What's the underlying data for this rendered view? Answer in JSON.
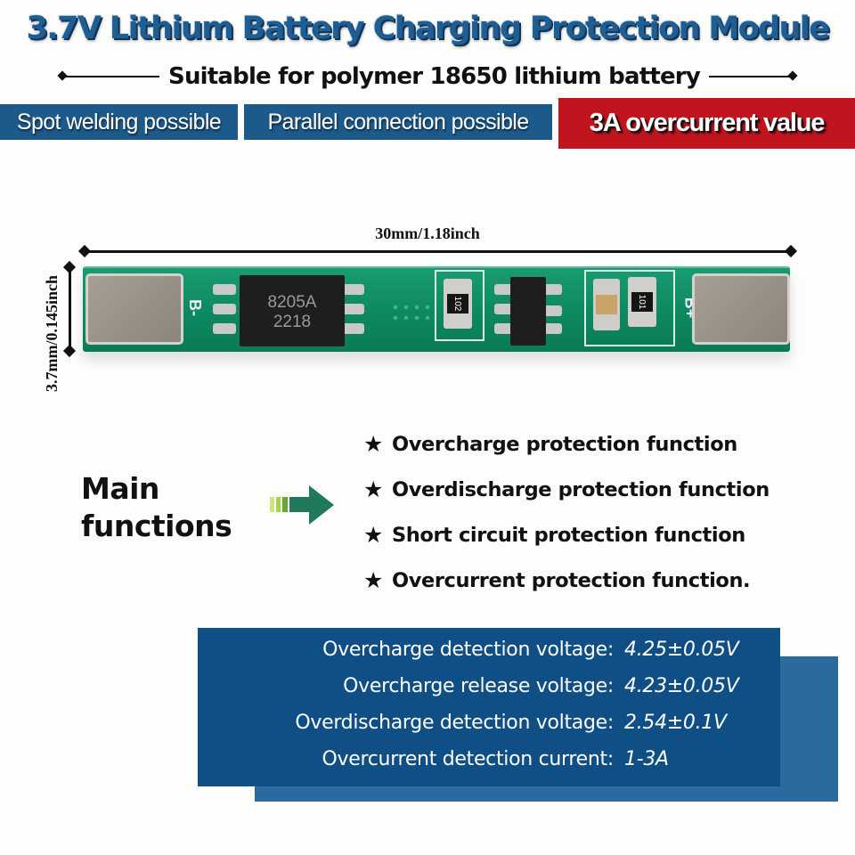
{
  "header": {
    "title": "3.7V Lithium Battery Charging Protection Module",
    "subtitle": "Suitable for polymer 18650 lithium battery"
  },
  "tags": [
    {
      "label": "Spot welding possible",
      "color": "#1d5a8c"
    },
    {
      "label": "Parallel connection possible",
      "color": "#1d5a8c"
    },
    {
      "label": "3A overcurrent value",
      "color": "#c0151e"
    }
  ],
  "product": {
    "width_label": "30mm/1.18inch",
    "height_label": "3.7mm/0.145inch",
    "silkscreen_neg": "B-",
    "silkscreen_pos": "B+",
    "main_chip_line1": "8205A",
    "main_chip_line2": "2218",
    "resistor1_code": "102",
    "resistor2_code": "101",
    "pcb_color": "#0d8a62"
  },
  "functions": {
    "heading": "Main functions",
    "heading_line1": "Main",
    "heading_line2": "functions",
    "arrow_icon": "arrow-right-icon",
    "bullet_icon": "star-icon",
    "items": [
      "Overcharge protection function",
      "Overdischarge protection function",
      "Short circuit protection function",
      "Overcurrent protection function."
    ]
  },
  "specs": [
    {
      "label": "Overcharge detection voltage:",
      "value": "4.25±0.05V"
    },
    {
      "label": "Overcharge release voltage:",
      "value": "4.23±0.05V"
    },
    {
      "label": "Overdischarge detection voltage:",
      "value": "2.54±0.1V"
    },
    {
      "label": "Overcurrent detection current:",
      "value": "1-3A"
    }
  ],
  "colors": {
    "title_blue": "#1f5d92",
    "spec_box_front": "#0f4f86",
    "spec_box_back": "#2a6a9e",
    "accent_red": "#c0151e",
    "arrow_green": "#1f7a5c"
  }
}
